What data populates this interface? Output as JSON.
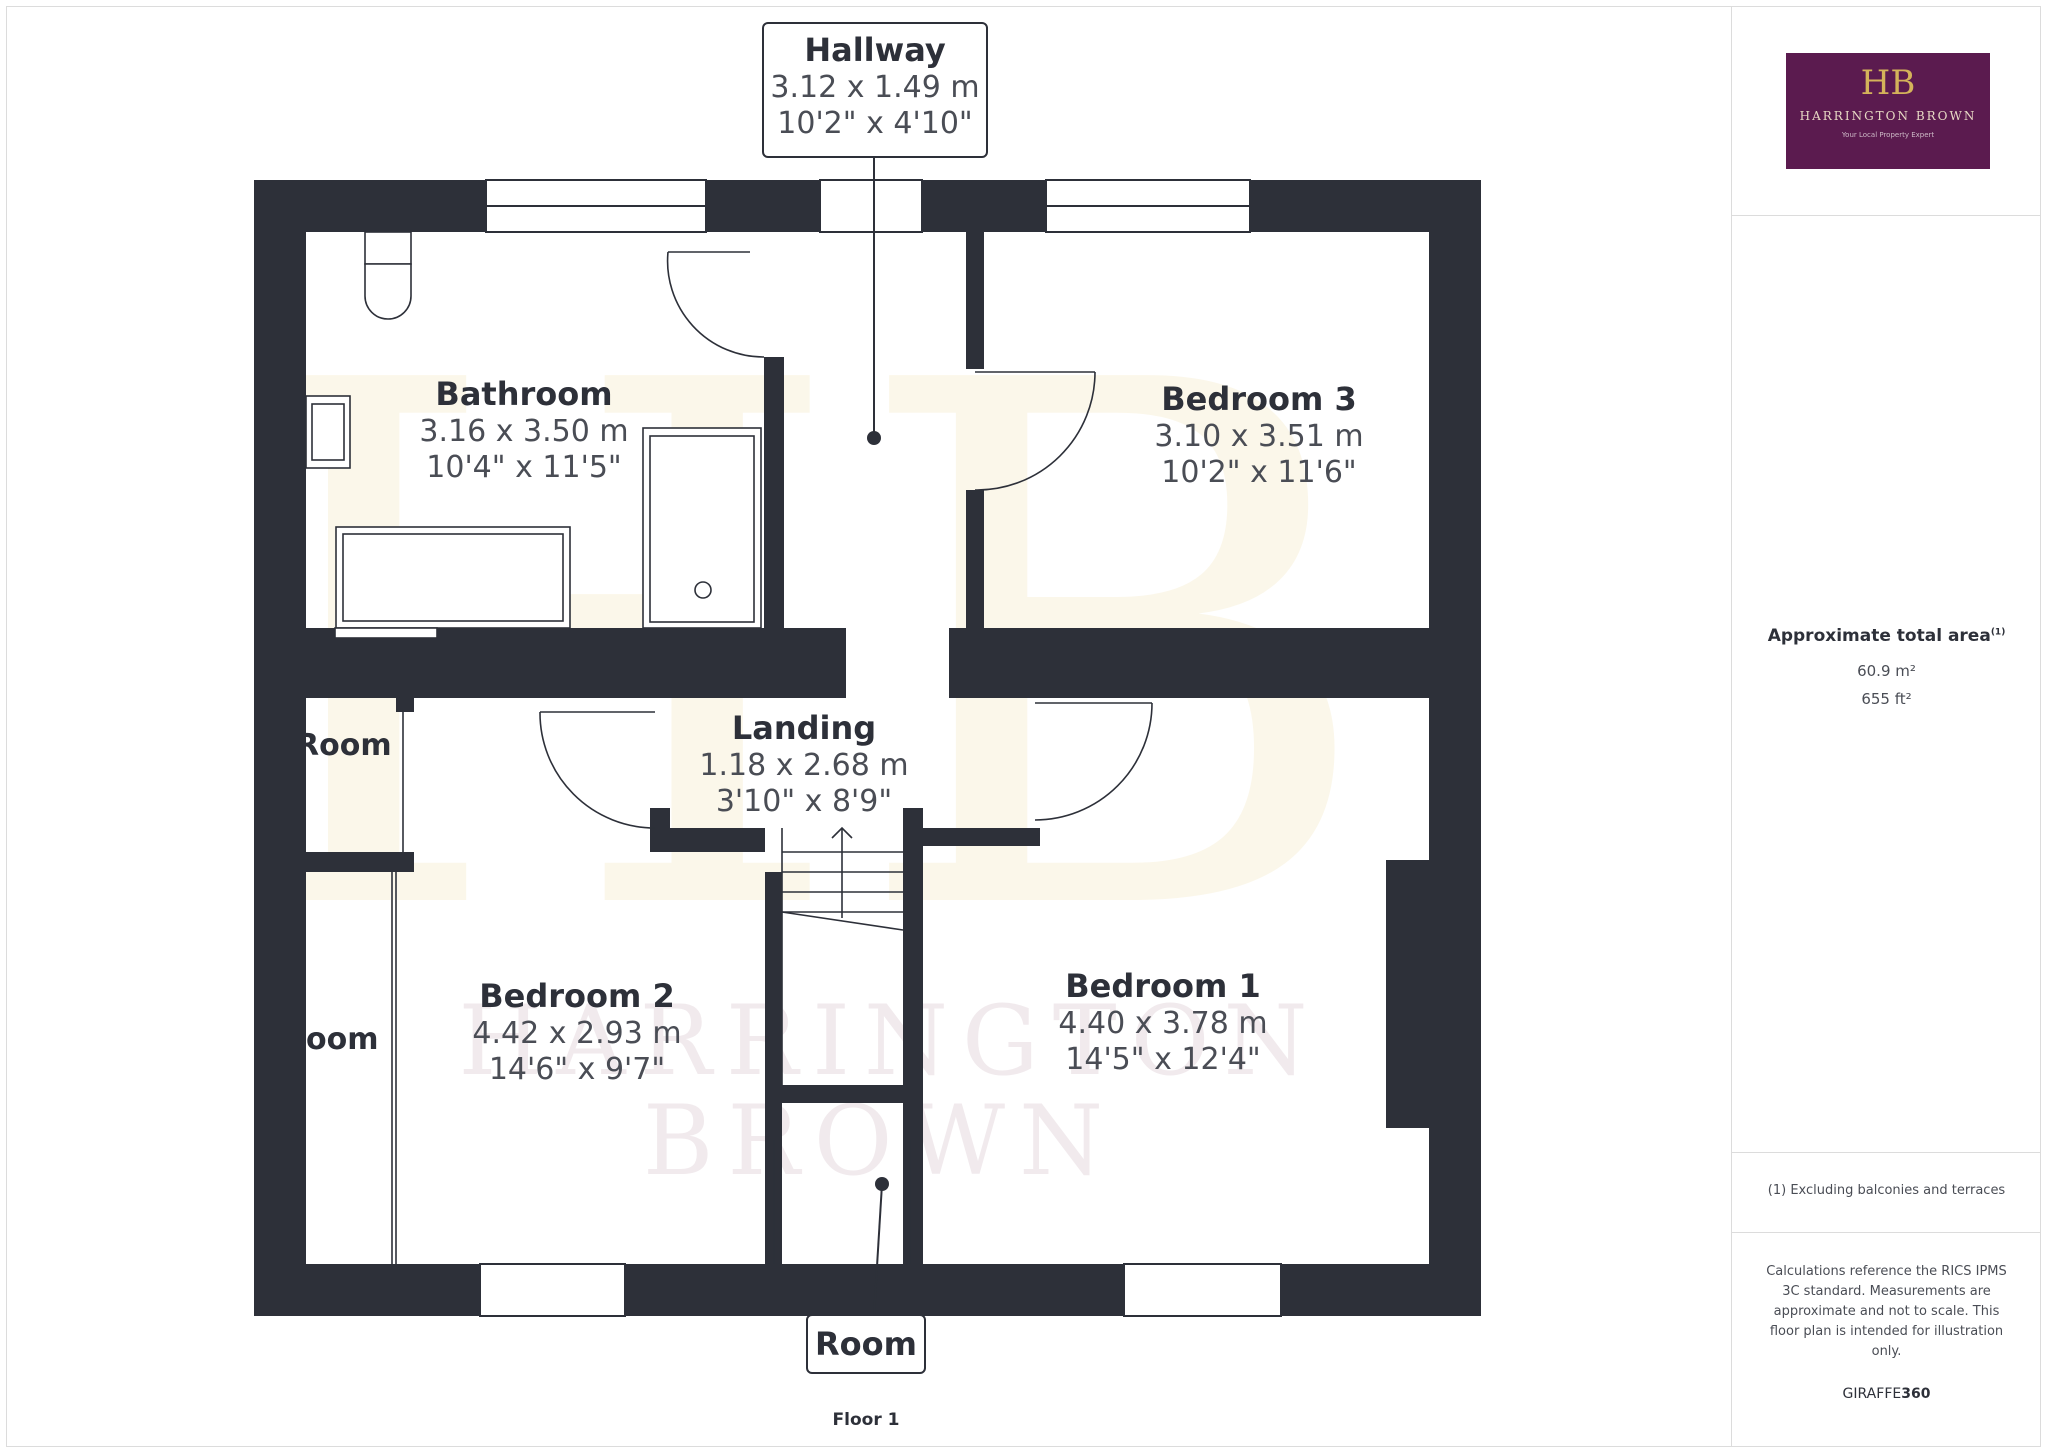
{
  "floor_label": "Floor 1",
  "rooms": [
    {
      "id": "bathroom",
      "name": "Bathroom",
      "metric": "3.16 x 3.50 m",
      "imperial": "10'4\" x 11'5\""
    },
    {
      "id": "bedroom3",
      "name": "Bedroom 3",
      "metric": "3.10 x 3.51 m",
      "imperial": "10'2\" x 11'6\""
    },
    {
      "id": "landing",
      "name": "Landing",
      "metric": "1.18 x 2.68 m",
      "imperial": "3'10\" x 8'9\""
    },
    {
      "id": "bedroom2",
      "name": "Bedroom 2",
      "metric": "4.42 x 2.93 m",
      "imperial": "14'6\" x 9'7\""
    },
    {
      "id": "bedroom1",
      "name": "Bedroom 1",
      "metric": "4.40 x 3.78 m",
      "imperial": "14'5\" x 12'4\""
    }
  ],
  "partial_labels": {
    "upper": "Room",
    "lower": "oom"
  },
  "callouts": {
    "hallway": {
      "name": "Hallway",
      "metric": "3.12 x 1.49 m",
      "imperial": "10'2\" x 4'10\""
    },
    "room": {
      "name": "Room"
    }
  },
  "logo": {
    "monogram": "HB",
    "brand": "HARRINGTON BROWN",
    "tagline": "Your Local Property Expert"
  },
  "watermark": {
    "line1": "HARRINGTON",
    "line2": "BROWN"
  },
  "sidebar": {
    "area_title": "Approximate total area",
    "area_superscript": "(1)",
    "area_m2": "60.9 m²",
    "area_ft2": "655 ft²",
    "footnote": "(1) Excluding balconies and terraces",
    "calculation_note": "Calculations reference the RICS IPMS 3C standard. Measurements are approximate and not to scale. This floor plan is intended for illustration only.",
    "credit_light": "GIRAFFE",
    "credit_bold": "360"
  },
  "colors": {
    "wall": "#2d3039",
    "logo_bg": "#5b1b4f",
    "gold": "#d4b35a"
  }
}
